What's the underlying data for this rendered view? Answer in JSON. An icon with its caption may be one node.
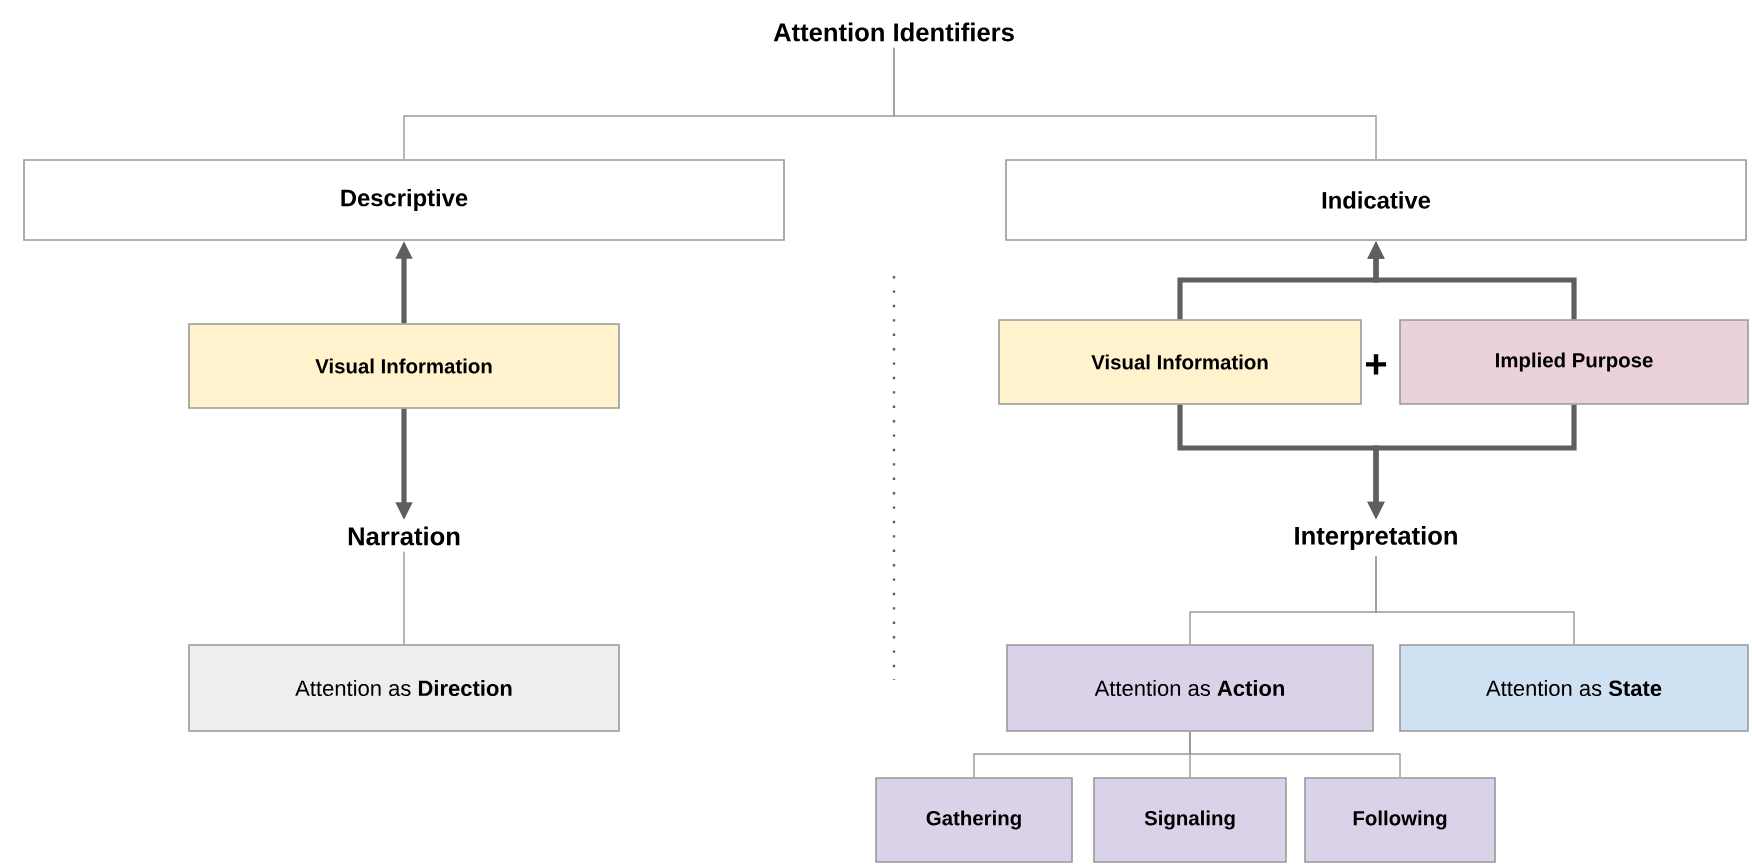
{
  "diagram": {
    "nodes": [
      {
        "text": [
          "Attention Identifiers"
        ]
      },
      {
        "text": [
          "Descriptive"
        ]
      },
      {
        "text": [
          "Visual Information"
        ]
      },
      {
        "text": [
          "Narration"
        ]
      },
      {
        "text": [
          "Attention as **Direction**"
        ]
      },
      {
        "text": [
          "Indicative"
        ]
      },
      {
        "text": [
          "Visual Information"
        ]
      },
      {
        "text": [
          "Implied Purpose"
        ]
      },
      {
        "text": [
          "Interpretation"
        ]
      },
      {
        "text": [
          "Attention as **Action**"
        ]
      },
      {
        "text": [
          "Attention as **State**"
        ]
      },
      {
        "text": [
          "Gathering"
        ]
      },
      {
        "text": [
          "Signaling"
        ]
      },
      {
        "text": [
          "Following"
        ]
      }
    ],
    "edges": [
      {
        "from": 0,
        "to": 1,
        "arrow": "none"
      },
      {
        "from": 0,
        "to": 5,
        "arrow": "none"
      },
      {
        "from": 2,
        "to": 1,
        "arrow": "to",
        "style": "thick"
      },
      {
        "from": 2,
        "to": 3,
        "arrow": "to",
        "style": "thick"
      },
      {
        "from": 3,
        "to": 4,
        "arrow": "none"
      },
      {
        "from": 6,
        "to": 5,
        "arrow": "to",
        "style": "thick"
      },
      {
        "from": 7,
        "to": 5,
        "arrow": "to",
        "style": "thick"
      },
      {
        "from": 6,
        "to": 8,
        "arrow": "to",
        "style": "thick"
      },
      {
        "from": 7,
        "to": 8,
        "arrow": "to",
        "style": "thick"
      },
      {
        "from": 8,
        "to": 9,
        "arrow": "none"
      },
      {
        "from": 8,
        "to": 10,
        "arrow": "none"
      },
      {
        "from": 9,
        "to": 11,
        "arrow": "none"
      },
      {
        "from": 9,
        "to": 12,
        "arrow": "none"
      },
      {
        "from": 9,
        "to": 13,
        "arrow": "none"
      }
    ],
    "labels": [
      "+"
    ]
  }
}
